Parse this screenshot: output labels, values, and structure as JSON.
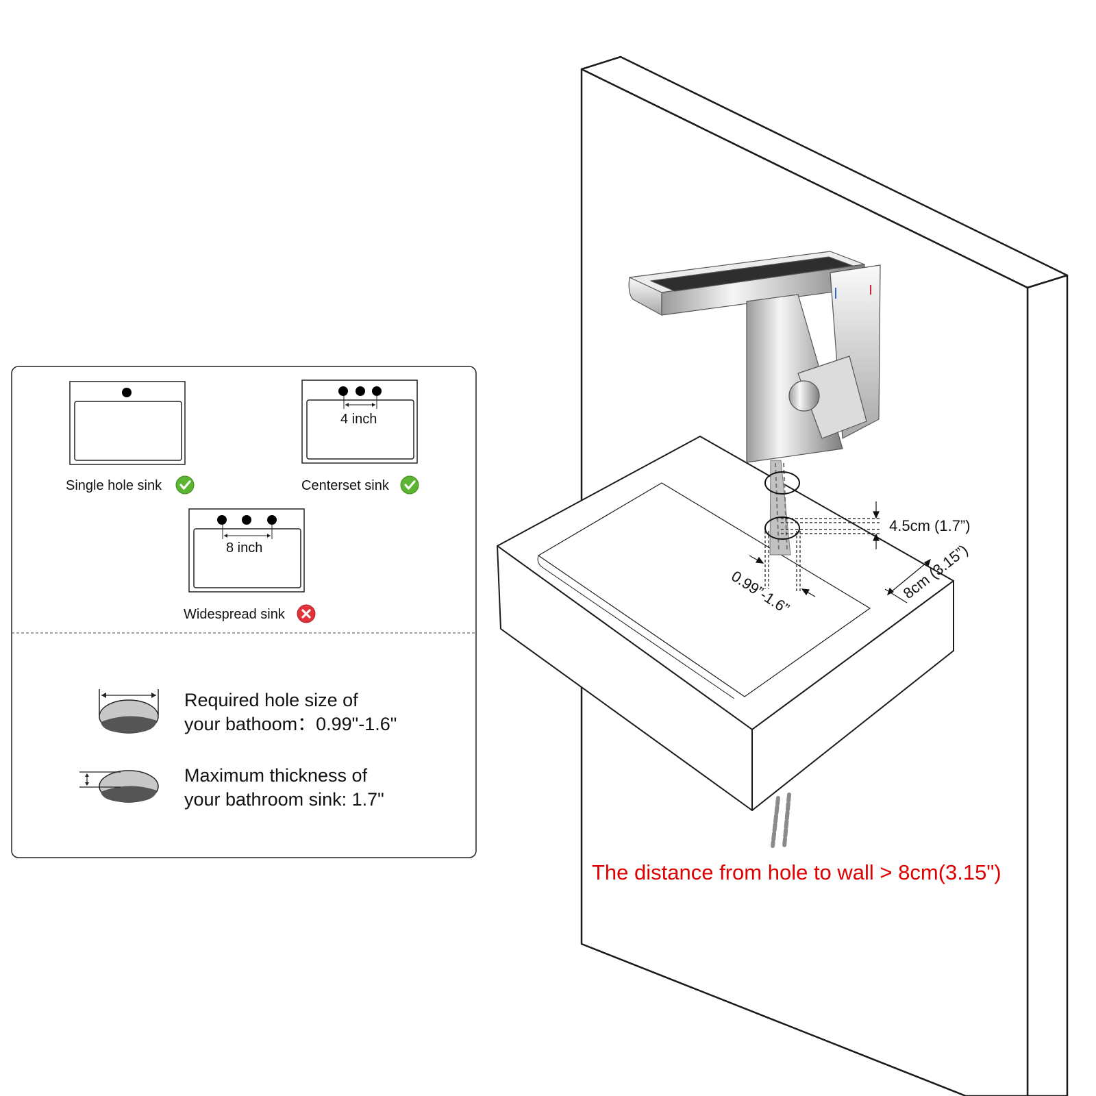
{
  "sink_types": {
    "single": {
      "label": "Single hole sink",
      "compatible": true,
      "icon": "check-icon"
    },
    "centerset": {
      "label": "Centerset sink",
      "spacing": "4 inch",
      "compatible": true,
      "icon": "check-icon"
    },
    "widespread": {
      "label": "Widespread sink",
      "spacing": "8 inch",
      "compatible": false,
      "icon": "cross-icon"
    }
  },
  "requirements": {
    "hole_size": {
      "line1": "Required hole size of",
      "line2": "your bathoom：0.99\"-1.6\""
    },
    "thickness": {
      "line1": "Maximum thickness of",
      "line2": "your bathroom sink: 1.7\""
    }
  },
  "dimensions": {
    "thickness": "4.5cm (1.7”)",
    "hole_diameter": "0.99”-1.6”",
    "wall_distance": "8cm (3.15”)"
  },
  "note": "The distance from hole to wall > 8cm(3.15\")",
  "colors": {
    "note": "#e00000",
    "check": "#5cb531",
    "cross": "#e0343a",
    "line": "#1a1a1a"
  }
}
